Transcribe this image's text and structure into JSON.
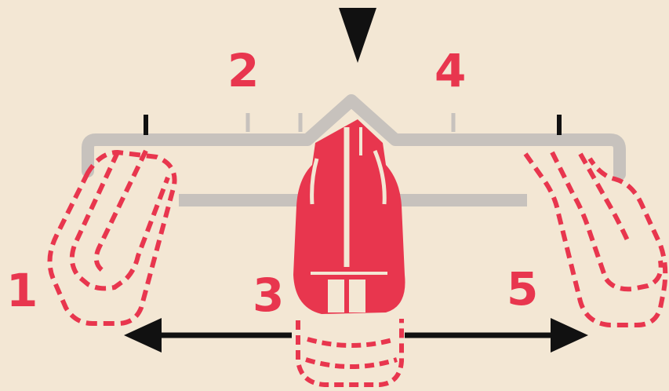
{
  "colors": {
    "background": "#f3e7d4",
    "accent_red": "#e8364e",
    "rail_gray": "#c7c2bd",
    "marker_black": "#111111"
  },
  "position_labels": [
    "1",
    "2",
    "3",
    "4",
    "5"
  ],
  "icons": {
    "center_pointer": "triangle-down-icon",
    "travel_arrow": "double-arrow-icon"
  }
}
